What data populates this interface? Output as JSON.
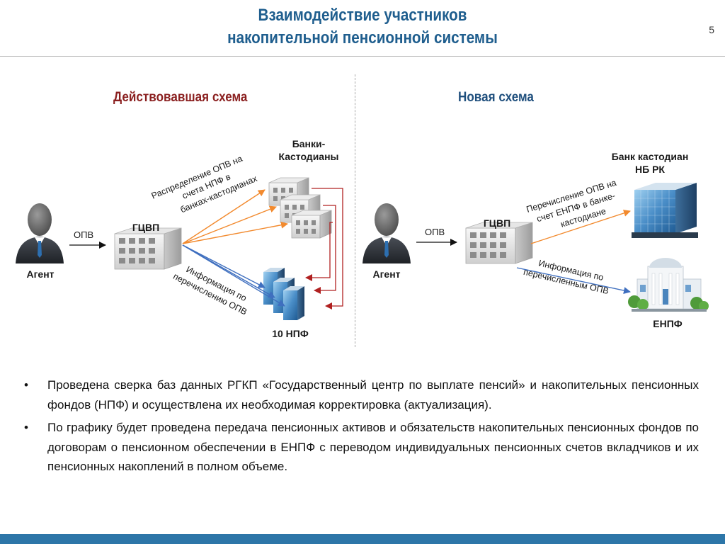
{
  "slide": {
    "title_line1": "Взаимодействие участников",
    "title_line2": "накопительной пенсионной системы",
    "page_number": "5"
  },
  "old_scheme": {
    "heading": "Действовавшая схема",
    "agent_label": "Агент",
    "opv_label": "ОПВ",
    "gcvp_label": "ГЦВП",
    "banks_label_line1": "Банки-",
    "banks_label_line2": "Кастодианы",
    "distribution_line1": "Распределение ОПВ на",
    "distribution_line2": "счета НПФ в",
    "distribution_line3": "банках-кастодианах",
    "info_line1": "Информация по",
    "info_line2": "перечислению ОПВ",
    "npf_label": "10 НПФ"
  },
  "new_scheme": {
    "heading": "Новая схема",
    "agent_label": "Агент",
    "opv_label": "ОПВ",
    "gcvp_label": "ГЦВП",
    "bank_label_line1": "Банк кастодиан",
    "bank_label_line2": "НБ РК",
    "transfer_line1": "Перечисление ОПВ на",
    "transfer_line2": "счет ЕНПФ в банке-",
    "transfer_line3": "кастодиане",
    "info_line1": "Информация по",
    "info_line2": "перечисленным ОПВ",
    "enpf_label": "ЕНПФ"
  },
  "bullets": [
    "Проведена сверка баз данных РГКП «Государственный центр по выплате пенсий» и накопительных пенсионных фондов (НПФ) и осуществлена их необходимая корректировка (актуализация).",
    "По графику будет проведена передача пенсионных активов и обязательств накопительных пенсионных фондов по договорам о пенсионном обеспечении в ЕНПФ с переводом индивидуальных пенсионных счетов вкладчиков и их пенсионных накоплений в полном объеме."
  ],
  "bullet_symbol": "•",
  "colors": {
    "title": "#1f5e8e",
    "old_heading": "#8a1f1f",
    "new_heading": "#1f4f7d",
    "orange_arrow": "#f28a2e",
    "blue_arrow": "#3f6fbf",
    "red_arrow": "#b02020",
    "footer": "#2d76a8"
  },
  "icons": {
    "agent": "businessman-icon",
    "gcvp": "office-building-icon",
    "banks": "bank-building-icon",
    "npf": "glass-tower-icon",
    "bank_nbrk": "glass-skyscraper-icon",
    "enpf": "columned-building-icon"
  }
}
